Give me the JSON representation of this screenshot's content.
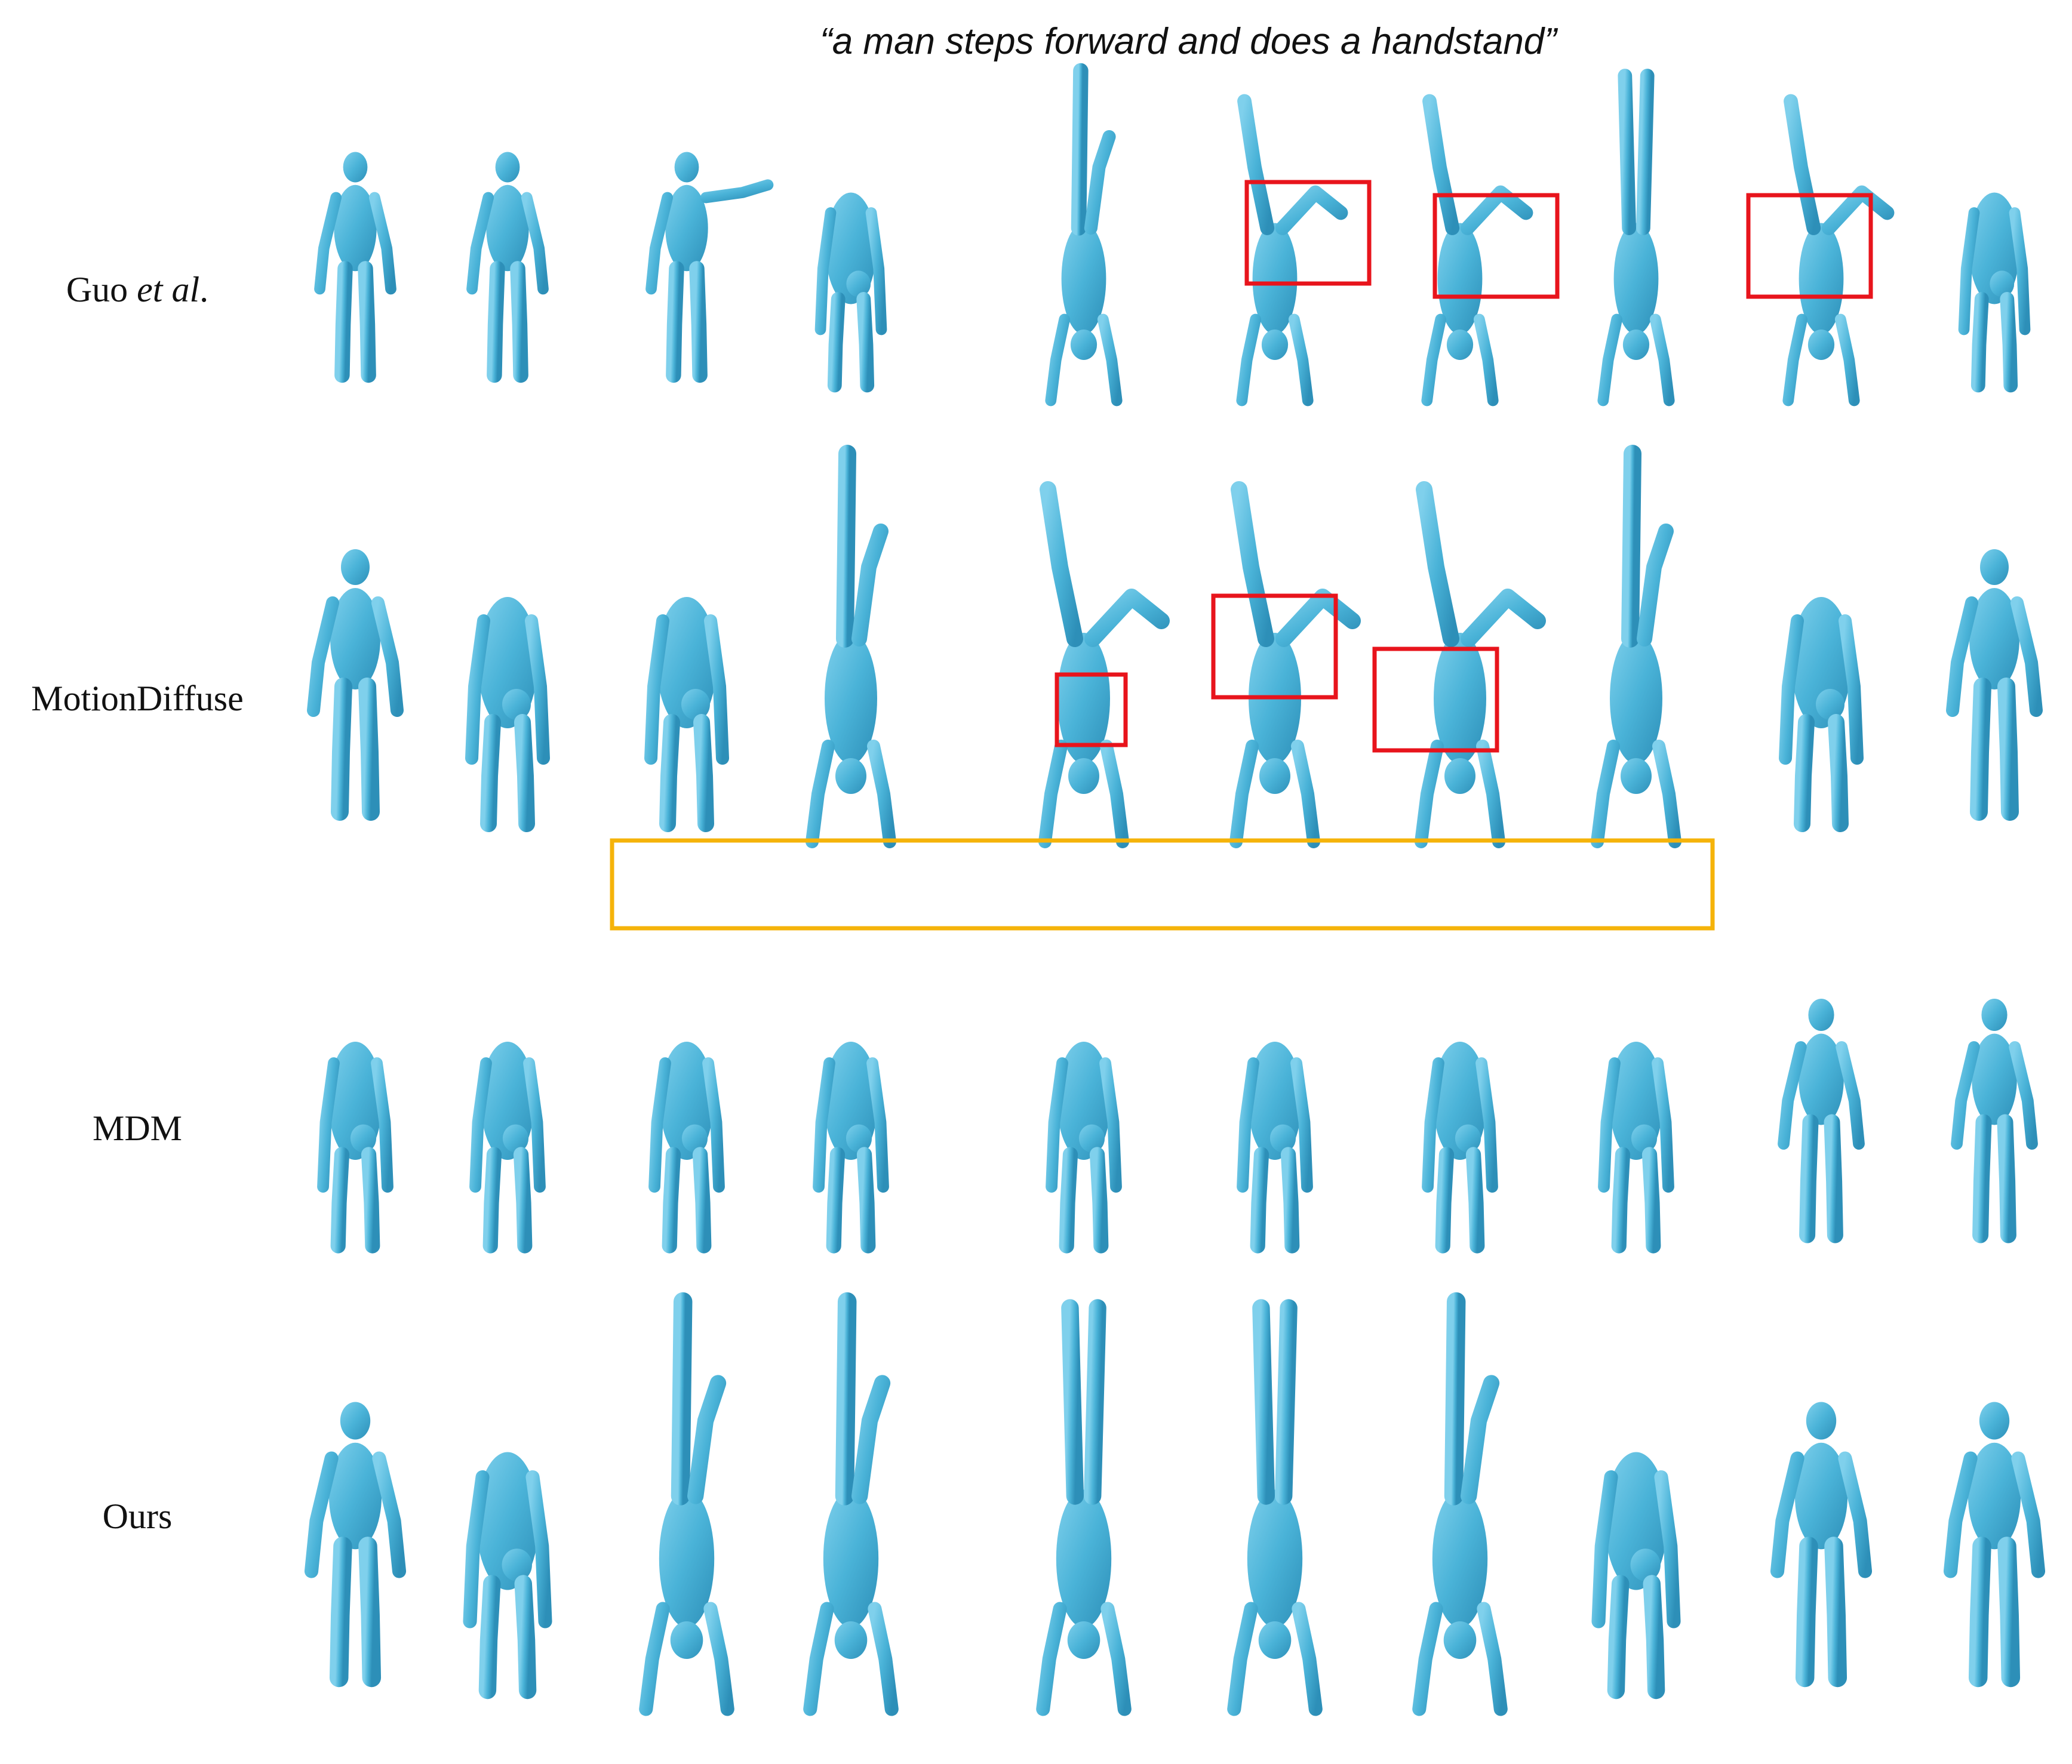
{
  "caption": "a man steps forward and does a handstand",
  "quote_open": "“",
  "quote_close": "”",
  "body_color": "#4ab3d8",
  "highlight_colors": {
    "artifact_box": "#e8141c",
    "ground_box": "#f5b30a"
  },
  "rows": [
    {
      "label_main": "Guo ",
      "label_italic": "et al",
      "label_tail": "."
    },
    {
      "label_main": "MotionDiffuse",
      "label_italic": "",
      "label_tail": ""
    },
    {
      "label_main": "MDM",
      "label_italic": "",
      "label_tail": ""
    },
    {
      "label_main": "Ours",
      "label_italic": "",
      "label_tail": ""
    }
  ],
  "poses": [
    [
      "stand",
      "stand",
      "balance",
      "bend",
      "hand1",
      "hand-tuck",
      "hand-tuck",
      "hand2",
      "hand-tuck",
      "bend"
    ],
    [
      "stand",
      "bend",
      "bend",
      "hand1",
      "hand-tuck",
      "hand-tuck",
      "hand-tuck",
      "hand1",
      "bend",
      "stand"
    ],
    [
      "bend",
      "bend",
      "bend",
      "bend",
      "bend",
      "bend",
      "bend",
      "bend",
      "stand",
      "stand"
    ],
    [
      "stand",
      "bend",
      "hand1",
      "hand1",
      "hand2",
      "hand2",
      "hand1",
      "bend",
      "stand",
      "stand"
    ]
  ]
}
